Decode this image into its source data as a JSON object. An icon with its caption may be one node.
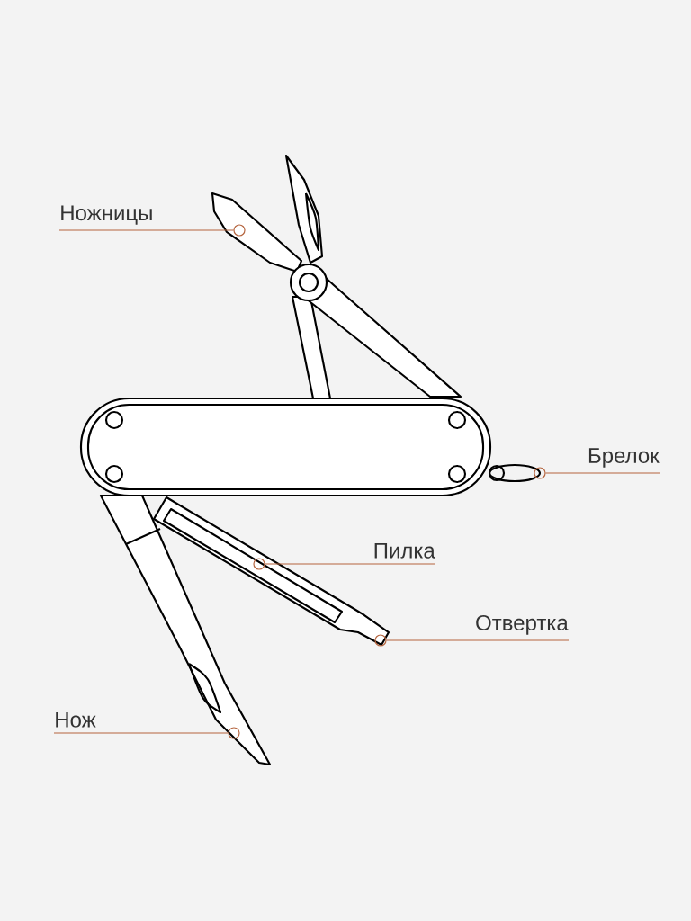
{
  "diagram": {
    "nodes": [
      {
        "text": [
          "Ножницы"
        ]
      },
      {
        "text": [
          "Брелок"
        ]
      },
      {
        "text": [
          "Пилка"
        ]
      },
      {
        "text": [
          "Отвертка"
        ]
      },
      {
        "text": [
          "Нож"
        ]
      },
      {
        "text": [],
        "shape": "circle"
      },
      {
        "text": [],
        "shape": "circle"
      },
      {
        "text": [],
        "shape": "circle"
      },
      {
        "text": [],
        "shape": "circle"
      },
      {
        "text": [],
        "shape": "circle"
      }
    ],
    "edges": [
      {
        "from": 0,
        "to": 5,
        "arrow": "none"
      },
      {
        "from": 1,
        "to": 6,
        "arrow": "none"
      },
      {
        "from": 2,
        "to": 7,
        "arrow": "none"
      },
      {
        "from": 3,
        "to": 8,
        "arrow": "none"
      },
      {
        "from": 4,
        "to": 9,
        "arrow": "none"
      }
    ]
  }
}
